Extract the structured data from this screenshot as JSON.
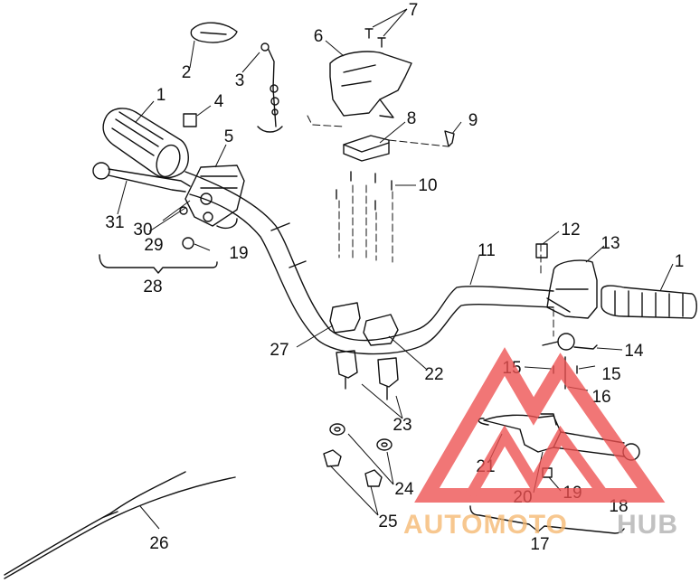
{
  "callouts": [
    "1",
    "2",
    "3",
    "4",
    "5",
    "6",
    "7",
    "8",
    "9",
    "10",
    "11",
    "12",
    "13",
    "1",
    "14",
    "15",
    "15",
    "16",
    "17",
    "18",
    "19",
    "19",
    "20",
    "21",
    "22",
    "23",
    "24",
    "25",
    "26",
    "27",
    "28",
    "29",
    "30",
    "31"
  ],
  "watermark": {
    "brand_left": "AUTOMOTO",
    "brand_right": "HUB",
    "colors": {
      "triangle": "#ee5050",
      "left_text": "#f5b870",
      "right_text": "#b0b0b0"
    }
  }
}
